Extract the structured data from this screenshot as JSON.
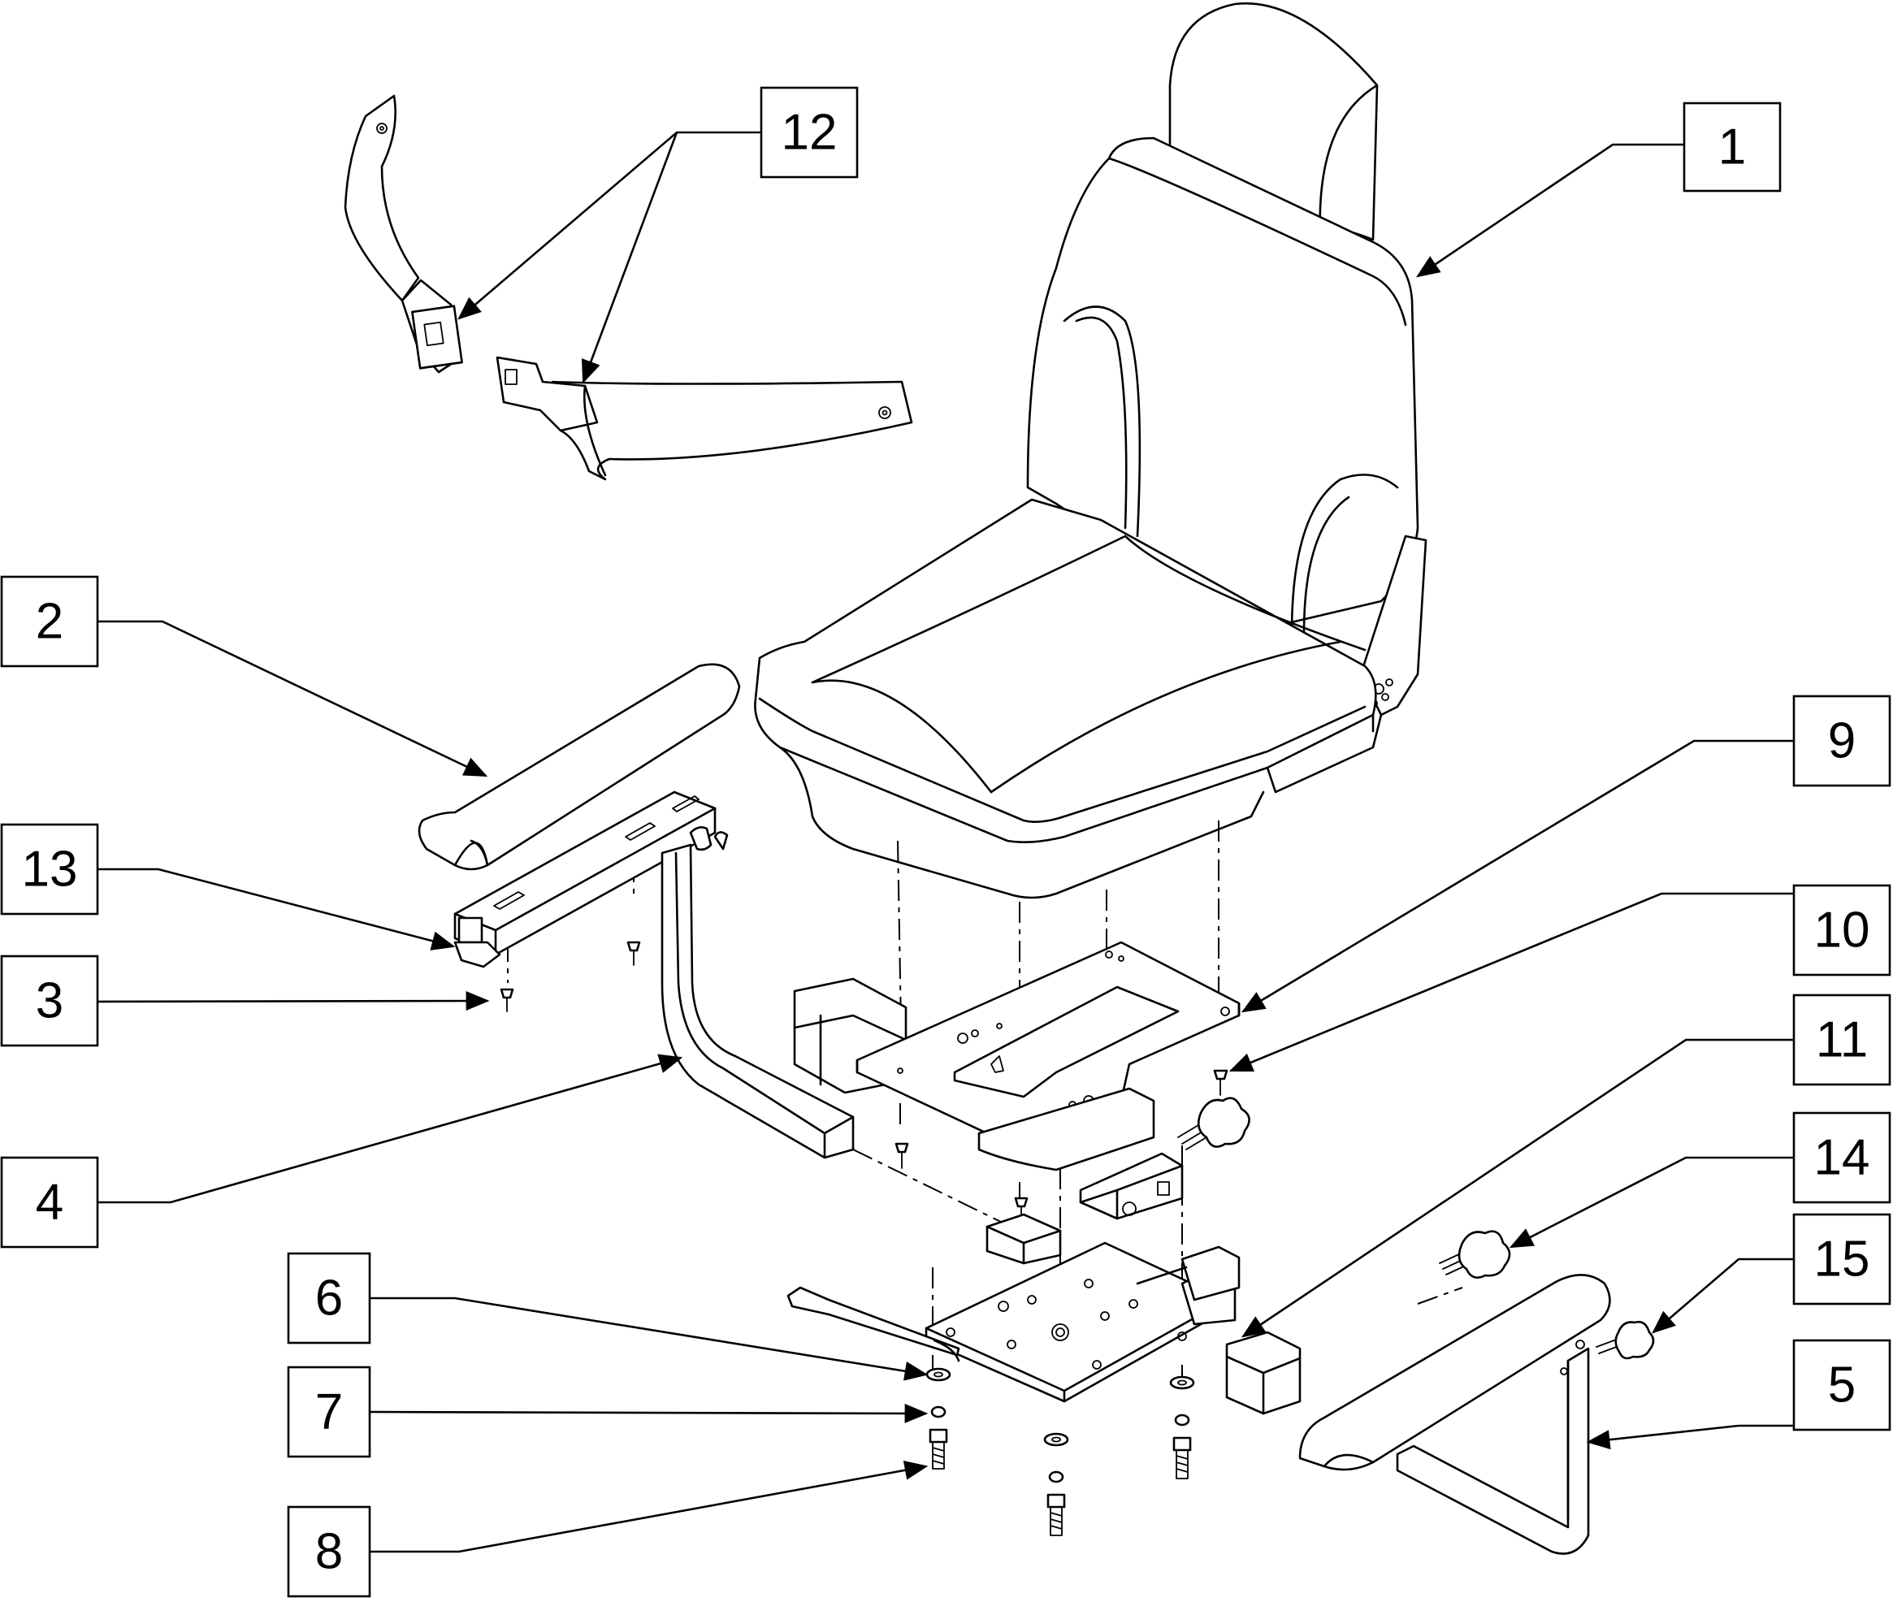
{
  "diagram": {
    "callouts": [
      {
        "id": "1",
        "label": "1"
      },
      {
        "id": "2",
        "label": "2"
      },
      {
        "id": "3",
        "label": "3"
      },
      {
        "id": "4",
        "label": "4"
      },
      {
        "id": "5",
        "label": "5"
      },
      {
        "id": "6",
        "label": "6"
      },
      {
        "id": "7",
        "label": "7"
      },
      {
        "id": "8",
        "label": "8"
      },
      {
        "id": "9",
        "label": "9"
      },
      {
        "id": "10",
        "label": "10"
      },
      {
        "id": "11",
        "label": "11"
      },
      {
        "id": "12",
        "label": "12"
      },
      {
        "id": "13",
        "label": "13"
      },
      {
        "id": "14",
        "label": "14"
      },
      {
        "id": "15",
        "label": "15"
      }
    ],
    "colors": {
      "ink": "#000000",
      "paper": "#ffffff"
    }
  }
}
